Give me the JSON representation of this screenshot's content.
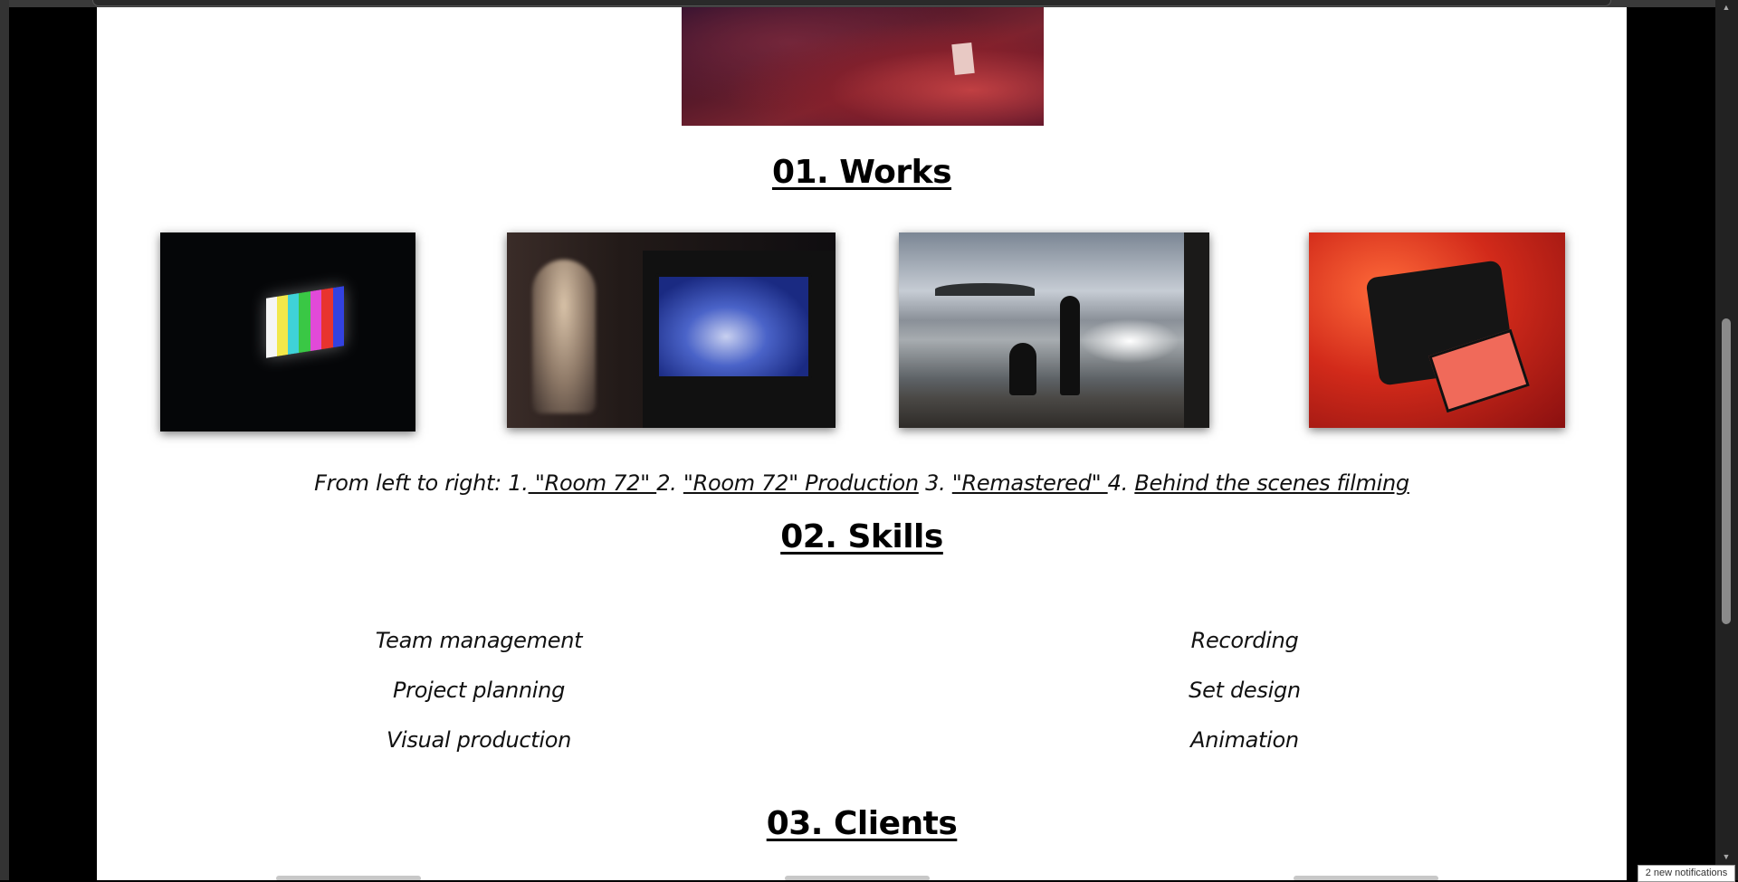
{
  "works": {
    "title": "01. Works",
    "photos": [
      {
        "name": "room-72-photo",
        "description": "color bars"
      },
      {
        "name": "room-72-production-photo",
        "description": "camera monitor"
      },
      {
        "name": "remastered-photo",
        "description": "seaside figures"
      },
      {
        "name": "behind-the-scenes-photo",
        "description": "red lit camera"
      }
    ],
    "caption": {
      "intro": "From left to right: 1.",
      "link1": " \"Room 72\" ",
      "sep2": "2.",
      "link2": "\"Room 72\" Production",
      "sep3": " 3.",
      "link3": "\"Remastered\" ",
      "sep4": "4.",
      "link4": "Behind the scenes filming"
    }
  },
  "skills": {
    "title": "02. Skills",
    "left": [
      "Team management",
      "Project planning",
      "Visual production"
    ],
    "right": [
      "Recording",
      "Set design",
      "Animation"
    ]
  },
  "clients": {
    "title": "03. Clients"
  },
  "notification": "2 new notifications",
  "colors": {
    "page_bg": "#ffffff",
    "frame_bg": "#000000",
    "text": "#111111"
  }
}
